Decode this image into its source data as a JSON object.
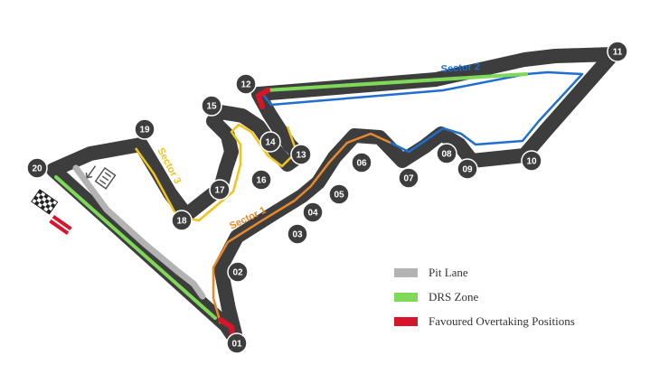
{
  "colors": {
    "track": "#3d3d3d",
    "sector1": "#e8892b",
    "sector2": "#1f6fd1",
    "sector3": "#f0c419",
    "pit_lane": "#b3b3b3",
    "drs": "#7ed957",
    "overtaking": "#d7152a",
    "turn_badge": "#3d3d3d",
    "turn_text": "#ffffff"
  },
  "sectors": {
    "sector1": "Sector 1",
    "sector2": "Sector 2",
    "sector3": "Sector 3"
  },
  "turns": [
    "01",
    "02",
    "03",
    "04",
    "05",
    "06",
    "07",
    "08",
    "09",
    "10",
    "11",
    "12",
    "13",
    "14",
    "15",
    "16",
    "17",
    "18",
    "19",
    "20"
  ],
  "legend": [
    {
      "label": "Pit Lane",
      "color": "#b3b3b3"
    },
    {
      "label": "DRS Zone",
      "color": "#7ed957"
    },
    {
      "label": "Favoured Overtaking Positions",
      "color": "#d7152a"
    }
  ],
  "icons": {
    "start_finish": "chequered-flag-icon",
    "starting_grid": "starting-grid-icon",
    "pit_garage": "pit-garage-car-icon"
  }
}
